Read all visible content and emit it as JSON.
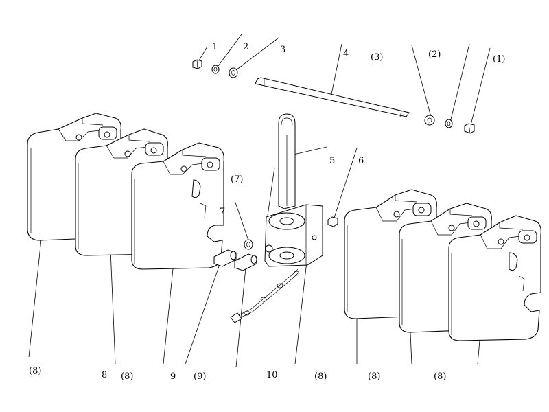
{
  "labels": {
    "l1": "1",
    "l2": "2",
    "l3": "3",
    "l4": "4",
    "l3p": "(3)",
    "l2p": "(2)",
    "l1p": "(1)",
    "l5": "5",
    "l6": "6",
    "l7p": "(7)",
    "l7": "7",
    "b8p_1": "(8)",
    "b8": "8",
    "b8p_2": "(8)",
    "b9": "9",
    "b9p": "(9)",
    "b10": "10",
    "b8p_3": "(8)",
    "b8p_4": "(8)",
    "b8p_5": "(8)"
  }
}
